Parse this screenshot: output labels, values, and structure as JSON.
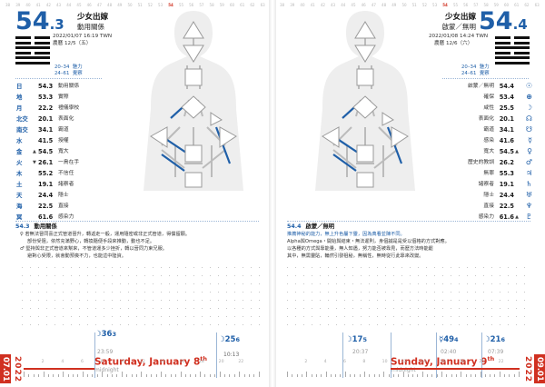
{
  "left": {
    "gate": "54",
    "line": ".3",
    "title": "少女出嫁",
    "subtitle": "動用關係",
    "datetime": "2022/01/07 16:19 TWN",
    "lunar": "農曆 12/5（五）",
    "channels": [
      {
        "a": "20–34",
        "b": "魅力"
      },
      {
        "a": "24–61",
        "b": "覺察"
      }
    ],
    "planets": [
      {
        "p": "日",
        "mark": "",
        "v": "54.3",
        "d": "動用關係"
      },
      {
        "p": "地",
        "mark": "",
        "v": "53.3",
        "d": "實際"
      },
      {
        "p": "月",
        "mark": "",
        "v": "22.2",
        "d": "禮儀學校"
      },
      {
        "p": "北交",
        "mark": "",
        "v": "20.1",
        "d": "表面化"
      },
      {
        "p": "南交",
        "mark": "",
        "v": "34.1",
        "d": "霸道"
      },
      {
        "p": "水",
        "mark": "",
        "v": "41.5",
        "d": "授權"
      },
      {
        "p": "金",
        "mark": "▲",
        "v": "54.5",
        "d": "寬大"
      },
      {
        "p": "火",
        "mark": "▼",
        "v": "26.1",
        "d": "一鳥在手"
      },
      {
        "p": "木",
        "mark": "",
        "v": "55.2",
        "d": "不信任"
      },
      {
        "p": "土",
        "mark": "",
        "v": "19.1",
        "d": "諸察者"
      },
      {
        "p": "天",
        "mark": "",
        "v": "24.4",
        "d": "隱士"
      },
      {
        "p": "海",
        "mark": "",
        "v": "22.5",
        "d": "直接"
      },
      {
        "p": "冥",
        "mark": "",
        "v": "61.6",
        "d": "感染力"
      }
    ],
    "note_num": "54.3",
    "note_title": "動用關係",
    "note_lines": [
      "若無法晉同喜正式管道晉升，轉返走一般，運用隨密或非正式管道，得償留願。",
      "部份受阻，依然充滿野心，轉換隨便手段來推動，動也不足。",
      "堅持與非正式管道來幫來，不管道運多少挫折，轉以晉同力束兄服。",
      "避對心受限，就會動預喪不力，也能這中陸資。"
    ]
  },
  "right": {
    "gate": "54",
    "line": ".4",
    "title": "少女出嫁",
    "subtitle": "啟蒙／無明",
    "datetime": "2022/01/08 14:24 TWN",
    "lunar": "農曆 12/6（六）",
    "channels": [
      {
        "a": "20–34",
        "b": "魅力"
      },
      {
        "a": "24–61",
        "b": "覺察"
      }
    ],
    "planets": [
      {
        "p": "☉",
        "mark": "",
        "v": "54.4",
        "d": "啟蒙／無明"
      },
      {
        "p": "⊕",
        "mark": "",
        "v": "53.4",
        "d": "確保"
      },
      {
        "p": "☽",
        "mark": "",
        "v": "25.5",
        "d": "咸性"
      },
      {
        "p": "☊",
        "mark": "",
        "v": "20.1",
        "d": "表面化"
      },
      {
        "p": "☋",
        "mark": "",
        "v": "34.1",
        "d": "霸道"
      },
      {
        "p": "☿",
        "mark": "",
        "v": "41.6",
        "d": "感染"
      },
      {
        "p": "♀",
        "mark": "▲",
        "v": "54.5",
        "d": "寬大"
      },
      {
        "p": "♂",
        "mark": "",
        "v": "26.2",
        "d": "歷史的教訓"
      },
      {
        "p": "♃",
        "mark": "",
        "v": "55.3",
        "d": "無罪"
      },
      {
        "p": "♄",
        "mark": "",
        "v": "19.1",
        "d": "諸察者"
      },
      {
        "p": "♅",
        "mark": "",
        "v": "24.4",
        "d": "隱士"
      },
      {
        "p": "♆",
        "mark": "",
        "v": "22.5",
        "d": "直接"
      },
      {
        "p": "♇",
        "mark": "▲",
        "v": "61.6",
        "d": "感染力"
      }
    ],
    "note_num": "54.4",
    "note_title": "啟蒙／無明",
    "note_lines": [
      "推薦神秘的能力，無上升色屬下靈，因為典看並陳不同。",
      "Alpha與Omega・開始與結束・無法遲則，身個誠是是受以個格的方式對應。",
      "以各種的方式與靠能量，無人知遇，努力能否被靠見，而歷方法時能罷",
      "其中，無需靈貼，輪然引發祖秘，無稱性，無時從行此靠來改變。"
    ]
  },
  "bottom": {
    "left_tab": "07.01",
    "left_year": "2022",
    "right_tab": "09.01",
    "right_year": "2022",
    "left_day": "Saturday, January 8",
    "left_day_sup": "th",
    "right_day": "Sunday, January 9",
    "right_day_sup": "th",
    "left_moon1": "☽36",
    "left_moon1_sub": "3",
    "left_time1": "23:59",
    "left_midnight": "midnight",
    "left_moon2": "☽25",
    "left_moon2_sub": "6",
    "left_time2": "10:13",
    "right_moon1": "☽17",
    "right_moon1_sub": "5",
    "right_time1": "20:37",
    "right_moon2": "☿49",
    "right_moon2_sub": "4",
    "right_time2": "02:40",
    "right_midnight": "midnight",
    "right_moon3": "☽21",
    "right_moon3_sub": "6",
    "right_time3": "07:39",
    "hour_labels": [
      "2",
      "4",
      "6",
      "8",
      "10",
      "12",
      "14",
      "16",
      "18",
      "20",
      "22"
    ]
  },
  "colors": {
    "accent": "#1f5fa8",
    "red": "#d03020"
  }
}
